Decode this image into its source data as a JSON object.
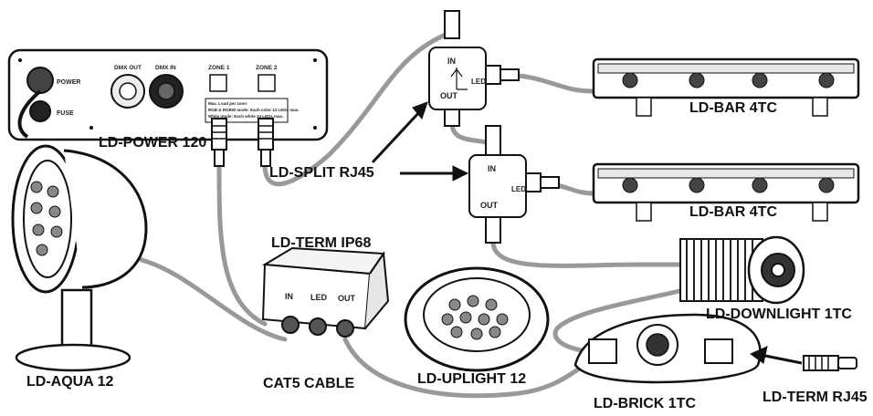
{
  "labels": {
    "power": "LD-POWER 120",
    "split": "LD-SPLIT RJ45",
    "bar1": "LD-BAR 4TC",
    "bar2": "LD-BAR 4TC",
    "term_ip68": "LD-TERM IP68",
    "downlight": "LD-DOWNLIGHT 1TC",
    "aqua": "LD-AQUA 12",
    "cat5": "CAT5 CABLE",
    "uplight": "LD-UPLIGHT 12",
    "brick": "LD-BRICK 1TC",
    "term_rj45": "LD-TERM RJ45"
  },
  "power_panel": {
    "power": "POWER",
    "fuse": "FUSE",
    "dmx_out": "DMX OUT",
    "dmx_in": "DMX IN",
    "zone1": "ZONE 1",
    "zone2": "ZONE 2",
    "note1": "Max. Load per zone:",
    "note2": "RGB & RGBW mode: Each color 12 LEDs max.",
    "note3": "White mode: Each white 24 LEDs max."
  },
  "splitter": {
    "in": "IN",
    "out": "OUT",
    "led": "LED"
  },
  "term_box": {
    "in": "IN",
    "led": "LED",
    "out": "OUT"
  }
}
